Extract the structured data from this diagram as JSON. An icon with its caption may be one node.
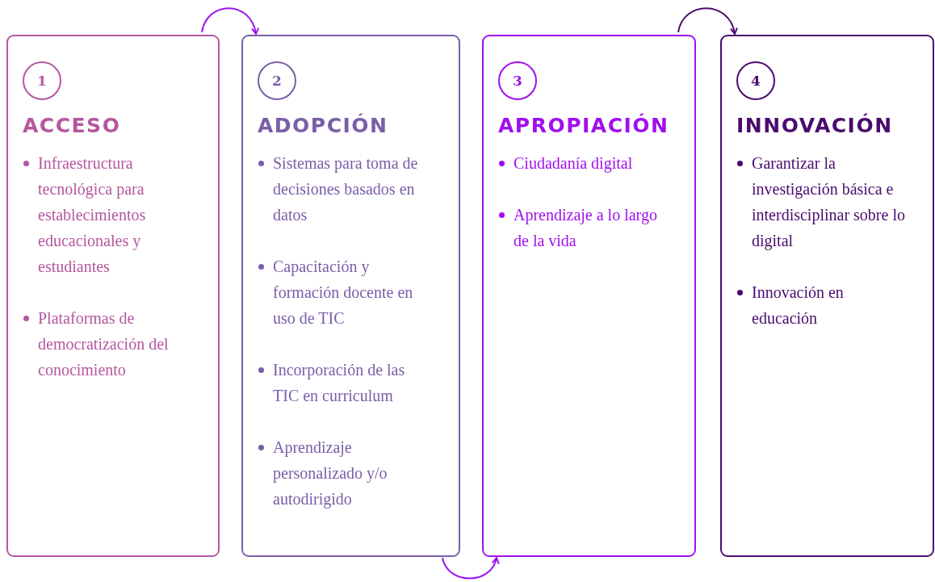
{
  "diagram": {
    "nodes": [
      {
        "text": [
          "ACCESO",
          "Infraestructura tecnológica para establecimientos educacionales y estudiantes",
          "Plataformas de democratización del conocimiento"
        ]
      },
      {
        "text": [
          "1"
        ],
        "in": 0
      },
      {
        "text": [
          "ADOPCIÓN",
          "Sistemas para toma de decisiones basados en datos",
          "Capacitación y formación docente en uso de TIC",
          "Incorporación de las TIC en curriculum",
          "Aprendizaje personalizado y/o autodirigido"
        ]
      },
      {
        "text": [
          "2"
        ],
        "in": 2
      },
      {
        "text": [
          "APROPIACIÓN",
          "Ciudadanía digital",
          "Aprendizaje a lo largo de la vida"
        ]
      },
      {
        "text": [
          "3"
        ],
        "in": 4
      },
      {
        "text": [
          "INNOVACIÓN",
          "Garantizar la investigación básica e interdisciplinar sobre lo digital",
          "Innovación en educación"
        ]
      },
      {
        "text": [
          "4"
        ],
        "in": 6
      }
    ],
    "edges": [
      {
        "from": 0,
        "to": 2,
        "arrow": "to"
      },
      {
        "from": 2,
        "to": 4,
        "arrow": "to"
      },
      {
        "from": 4,
        "to": 6,
        "arrow": "to",
        "color": "#4a0b6e"
      }
    ]
  }
}
